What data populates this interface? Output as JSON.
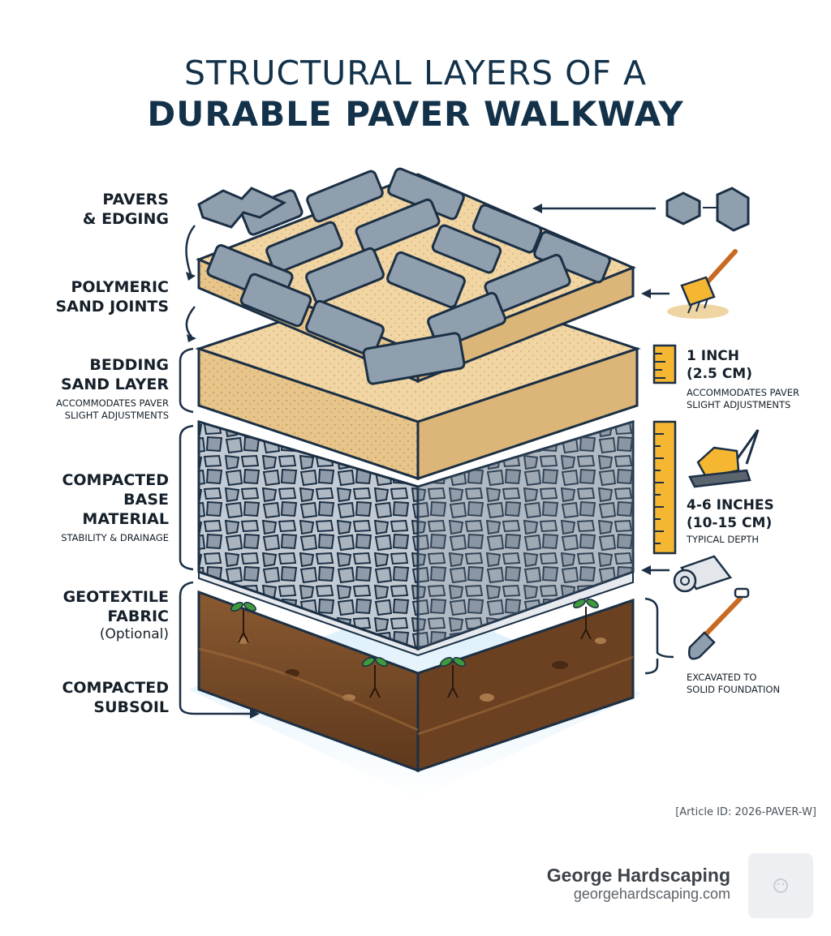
{
  "title": {
    "line1": "STRUCTURAL LAYERS OF A",
    "line2": "DURABLE PAVER WALKWAY"
  },
  "left_labels": {
    "pavers": [
      "PAVERS",
      "& EDGING"
    ],
    "polymeric": [
      "POLYMERIC",
      "SAND JOINTS"
    ],
    "bedding": [
      "BEDDING",
      "SAND LAYER"
    ],
    "bedding_note": [
      "ACCOMMODATES PAVER",
      "SLIGHT ADJUSTMENTS"
    ],
    "base": [
      "COMPACTED",
      "BASE",
      "MATERIAL"
    ],
    "base_note": "STABILITY & DRAINAGE",
    "geotextile": [
      "GEOTEXTILE",
      "FABRIC"
    ],
    "geotextile_note": "(Optional)",
    "subsoil": [
      "COMPACTED",
      "SUBSOIL"
    ]
  },
  "right_labels": {
    "bedding_depth": [
      "1 INCH",
      "(2.5 CM)"
    ],
    "bedding_note": [
      "ACCOMMODATES PAVER",
      "SLIGHT ADJUSTMENTS"
    ],
    "base_depth": [
      "4-6 INCHES",
      "(10-15 CM)"
    ],
    "base_note": "TYPICAL DEPTH",
    "subsoil_note": [
      "EXCAVATED TO",
      "SOLID FOUNDATION"
    ]
  },
  "icons": {
    "paver_piece": "interlocking-paver-icon",
    "edging": "edging-blocks-icon",
    "broom": "broom-icon",
    "ruler": "ruler-icon",
    "compactor": "plate-compactor-icon",
    "fabric_roll": "fabric-roll-icon",
    "shovel": "shovel-icon",
    "seedling": "seedling-icon"
  },
  "colors": {
    "title": "#13324a",
    "paver": "#8c9cab",
    "sand": "#f2d6a6",
    "gravel": "#b9c1c9",
    "soil": "#7a4a26",
    "ruler": "#f5b731",
    "outline": "#1b2f45"
  },
  "footer": {
    "article_id": "[Article ID: 2026-PAVER-W]",
    "brand": "George Hardscaping",
    "url": "georgehardscaping.com"
  }
}
